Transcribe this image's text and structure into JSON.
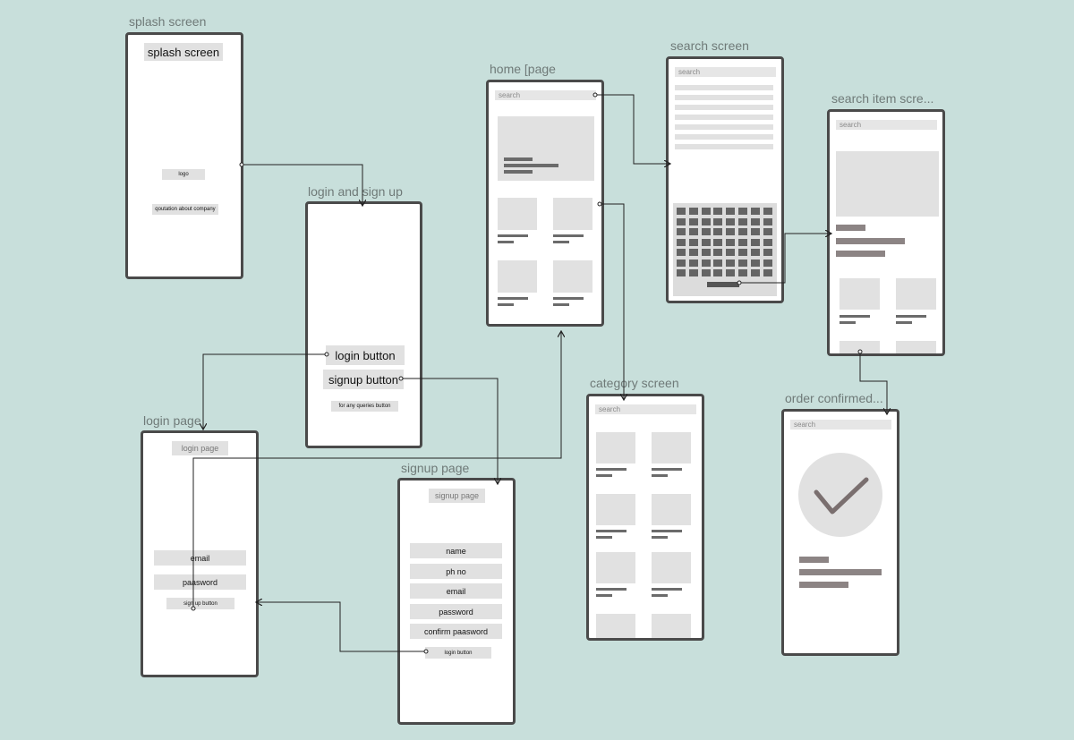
{
  "frames": {
    "splash": {
      "title": "splash screen",
      "header_label": "splash screen",
      "logo_label": "logo",
      "quote_label": "qoutation about company"
    },
    "login_signup": {
      "title": "login and sign up",
      "login_button": "login button",
      "signup_button": "signup button",
      "queries_button": "for any queries button"
    },
    "login_page": {
      "title": "login page",
      "header_label": "login page",
      "email_field": "email",
      "password_field": "paasword",
      "signup_button": "sign up button"
    },
    "signup_page": {
      "title": "signup page",
      "header_label": "signup page",
      "name_field": "name",
      "phone_field": "ph no",
      "email_field": "email",
      "password_field": "password",
      "confirm_field": "confirm paasword",
      "login_button": "login button"
    },
    "home": {
      "title": "home [page",
      "search_placeholder": "search"
    },
    "search_screen": {
      "title": "search screen",
      "search_placeholder": "search"
    },
    "search_item": {
      "title": "search item scre...",
      "search_placeholder": "search"
    },
    "category": {
      "title": "category screen",
      "search_placeholder": "search"
    },
    "order_confirmed": {
      "title": "order confirmed...",
      "search_placeholder": "search"
    }
  },
  "colors": {
    "background": "#c8dfdb",
    "frame_border": "#4a4a4a",
    "placeholder": "#e1e1e1",
    "connector": "#222222"
  },
  "icons": {
    "order_confirmed": "checkmark-icon"
  }
}
